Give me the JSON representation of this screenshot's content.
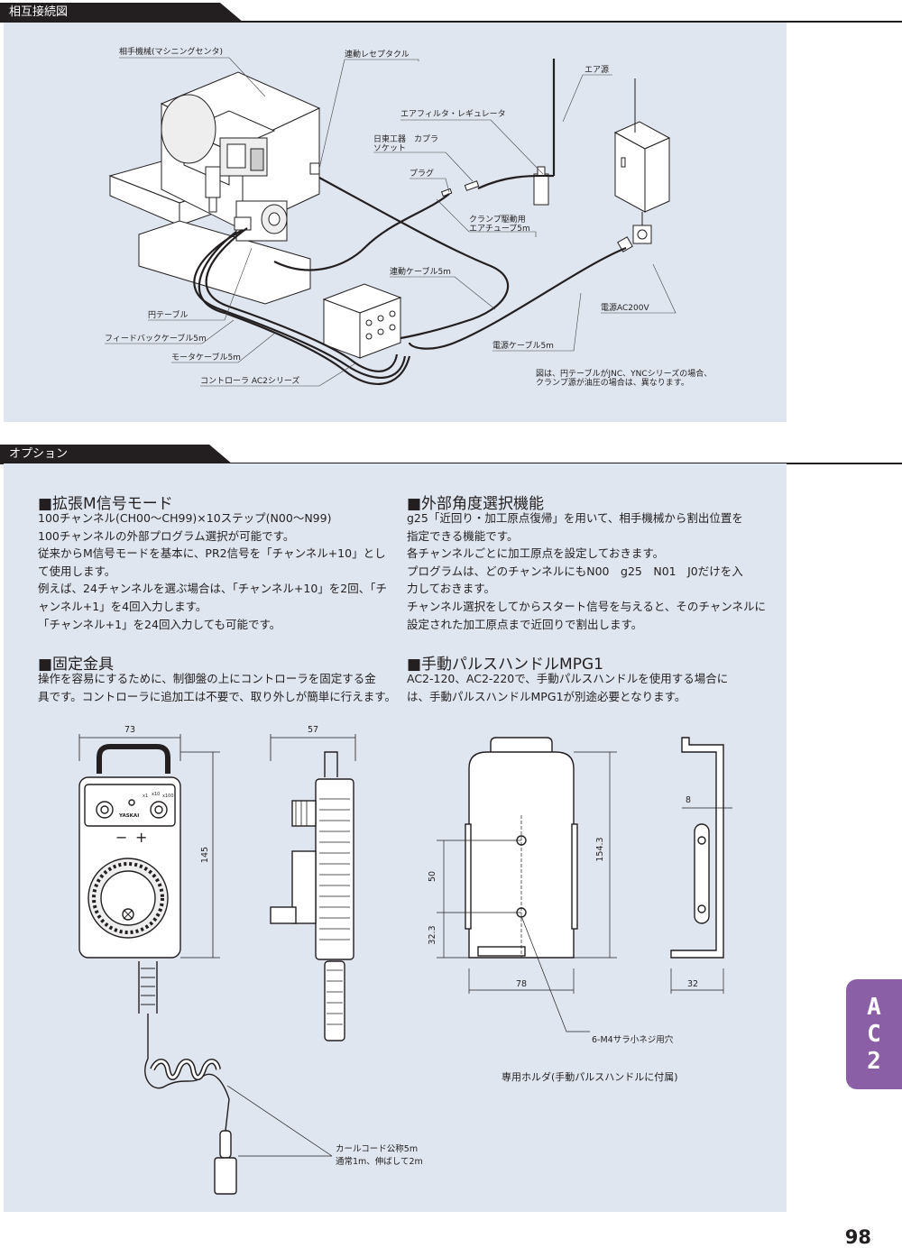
{
  "sections": {
    "connection": {
      "title": "相互接続図"
    },
    "options": {
      "title": "オプション"
    }
  },
  "diagram": {
    "labels": {
      "machine": "相手機械(マシニングセンタ)",
      "receptacle": "連動レセプタクル",
      "air_source": "エア源",
      "filter": "エアフィルタ・レギュレータ",
      "coupler_a": "日東工器　カプラ",
      "coupler_b": "ソケット",
      "plug": "プラグ",
      "tube_a": "クランプ駆動用",
      "tube_b": "エアチューブ5m",
      "link_cable": "連動ケーブル5m",
      "rotary_table": "円テーブル",
      "power": "電源AC200V",
      "feedback_cable": "フィードバックケーブル5m",
      "motor_cable": "モータケーブル5m",
      "power_cable": "電源ケーブル5m",
      "controller": "コントローラ AC2シリーズ",
      "note_a": "図は、円テーブルがJNC、YNCシリーズの場合、",
      "note_b": "クランプ源が油圧の場合は、異なります。"
    }
  },
  "options": {
    "m_signal": {
      "title": "■拡張M信号モード",
      "body": "100チャンネル(CH00〜CH99)×10ステップ(N00〜N99)\n100チャンネルの外部プログラム選択が可能です。\n従来からM信号モードを基本に、PR2信号を「チャンネル+10」とし\nて使用します。\n例えば、24チャンネルを選ぶ場合は、「チャンネル+10」を2回、「チ\nャンネル+1」を4回入力します。\n「チャンネル+1」を24回入力しても可能です。"
    },
    "external_angle": {
      "title": "■外部角度選択機能",
      "body": "g25「近回り・加工原点復帰」を用いて、相手機械から割出位置を\n指定できる機能です。\n各チャンネルごとに加工原点を設定しておきます。\nプログラムは、どのチャンネルにもN00　g25　N01　J0だけを入\n力しておきます。\nチャンネル選択をしてからスタート信号を与えると、そのチャンネルに\n設定された加工原点まで近回りで割出します。"
    },
    "bracket": {
      "title": "■固定金具",
      "body": "操作を容易にするために、制御盤の上にコントローラを固定する金\n具です。コントローラに追加工は不要で、取り外しが簡単に行えます。"
    },
    "mpg": {
      "title": "■手動パルスハンドルMPG1",
      "body": "AC2-120、AC2-220で、手動パルスハンドルを使用する場合に\nは、手動パルスハンドルMPG1が別途必要となります。"
    }
  },
  "drawing": {
    "dim_width": "73",
    "dim_depth": "57",
    "dim_height": "145",
    "panel_minus": "−",
    "panel_plus": "+",
    "x1": "x1",
    "x10": "x10",
    "x100": "x100",
    "brand": "YASKAI",
    "cord_a": "カールコード公称5m",
    "cord_b": "通常1m、伸ばして2m",
    "holder_height": "154.3",
    "holder_mid": "50",
    "holder_low": "32.3",
    "holder_width": "78",
    "holder_side": "32",
    "holder_slot": "8",
    "screw_note": "6-M4サラ小ネジ用穴",
    "holder_caption": "専用ホルダ(手動パルスハンドルに付属)"
  },
  "side_tab": [
    "A",
    "C",
    "2"
  ],
  "page_number": "98",
  "colors": {
    "panel": "#dfe6ef",
    "tab": "#231f20",
    "accent": "#8b5fa6"
  }
}
